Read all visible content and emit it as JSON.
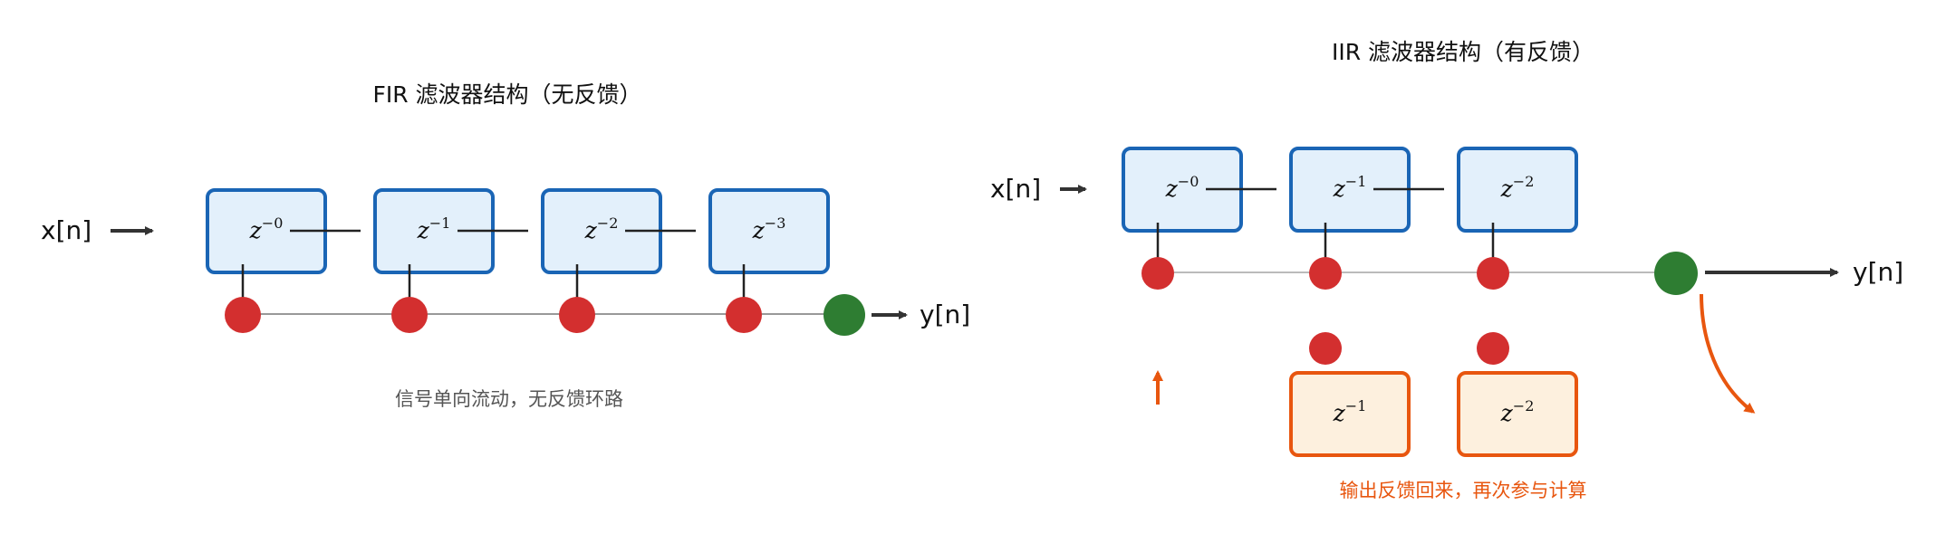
{
  "colors": {
    "delay_fill": "#e3f0fb",
    "delay_stroke": "#1a65b5",
    "feedback_fill": "#fdf0de",
    "feedback_stroke": "#e8560f",
    "tap_node": "#d32f2f",
    "sum_node": "#2e7d32",
    "arrow": "#333333",
    "bus_line": "#bbbbbb",
    "caption_gray": "#555555",
    "caption_orange": "#e8560f"
  },
  "fir": {
    "title": "FIR 滤波器结构（无反馈）",
    "input_label": "x[n]",
    "output_label": "y[n]",
    "delays": [
      {
        "base": "z",
        "exp": "−0"
      },
      {
        "base": "z",
        "exp": "−1"
      },
      {
        "base": "z",
        "exp": "−2"
      },
      {
        "base": "z",
        "exp": "−3"
      }
    ],
    "caption": "信号单向流动，无反馈环路"
  },
  "iir": {
    "title": "IIR 滤波器结构（有反馈）",
    "input_label": "x[n]",
    "output_label": "y[n]",
    "forward_delays": [
      {
        "base": "z",
        "exp": "−0"
      },
      {
        "base": "z",
        "exp": "−1"
      },
      {
        "base": "z",
        "exp": "−2"
      }
    ],
    "feedback_delays": [
      {
        "base": "z",
        "exp": "−1"
      },
      {
        "base": "z",
        "exp": "−2"
      }
    ],
    "caption": "输出反馈回来，再次参与计算"
  }
}
